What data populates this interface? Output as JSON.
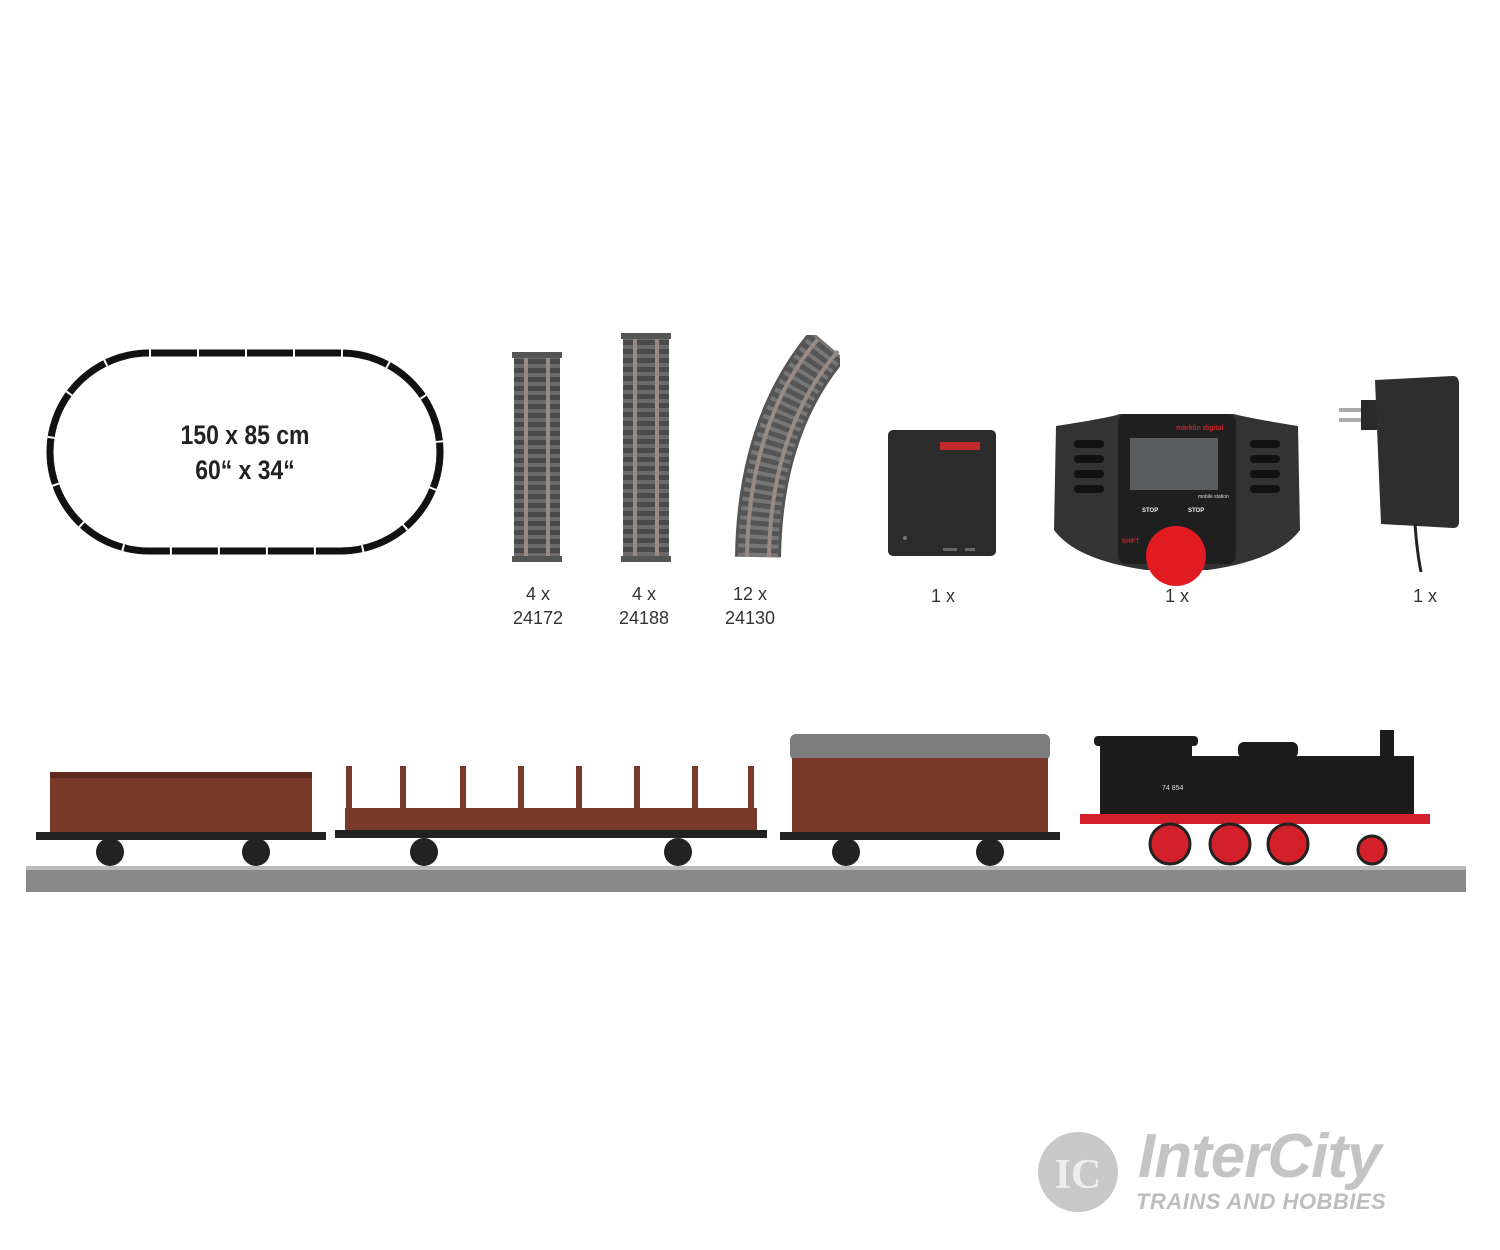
{
  "layout_plan": {
    "line1": "150 x 85 cm",
    "line2": "60“ x 34“"
  },
  "items": [
    {
      "qty": "4 x",
      "number": "24172",
      "icon": "straight-track-icon"
    },
    {
      "qty": "4 x",
      "number": "24188",
      "icon": "straight-track-icon"
    },
    {
      "qty": "12 x",
      "number": "24130",
      "icon": "curved-track-icon"
    },
    {
      "qty": "1 x",
      "icon": "connector-box-icon"
    },
    {
      "qty": "1 x",
      "icon": "mobile-station-icon",
      "brand": "märklin digital",
      "model": "mobile station",
      "buttons": [
        "STOP",
        "STOP",
        "SHIFT"
      ]
    },
    {
      "qty": "1 x",
      "icon": "power-supply-icon"
    }
  ],
  "train": {
    "loco_number": "74 854",
    "cars": [
      "open-goods-wagon",
      "stake-wagon",
      "boxcar",
      "steam-locomotive"
    ]
  },
  "colors": {
    "wagon": "#7a3a2a",
    "loco_red": "#d4202a",
    "controller_knob": "#e21b23",
    "track_bed": "#8a8a8a"
  },
  "watermark": {
    "main": "InterCity",
    "sub": "TRAINS AND HOBBIES",
    "emblem": "IC"
  }
}
